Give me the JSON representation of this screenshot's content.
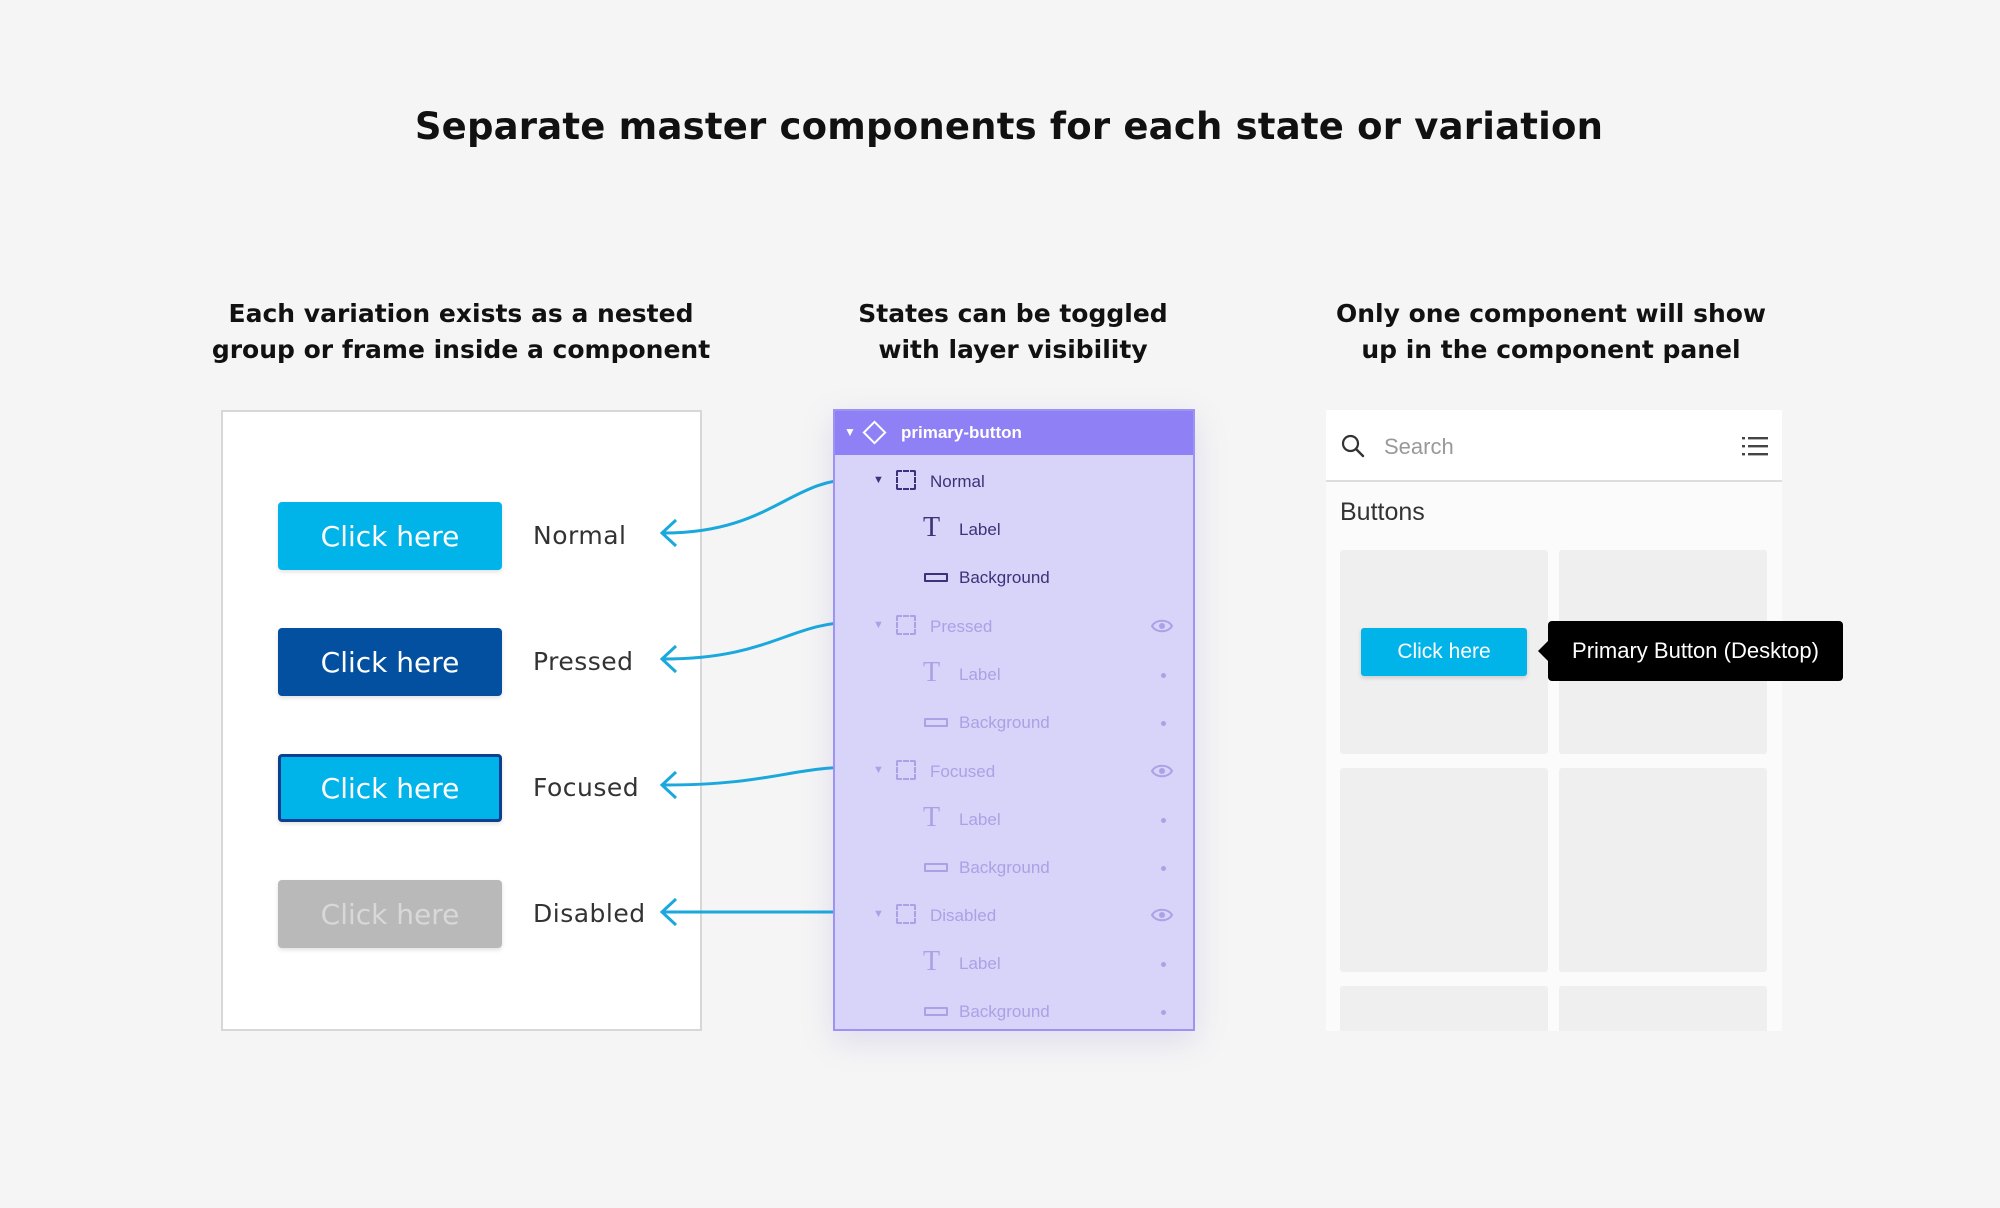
{
  "title": "Separate master components for each state or variation",
  "captions": [
    {
      "lines": [
        "Each variation exists as a nested",
        "group or frame inside a component"
      ]
    },
    {
      "lines": [
        "States can be toggled",
        "with layer visibility"
      ]
    },
    {
      "lines": [
        "Only one component will show",
        "up in the component panel"
      ]
    }
  ],
  "variants": [
    {
      "button_label": "Click here",
      "state": "Normal",
      "bg": "#00b4ea",
      "text_color": "#ffffff",
      "border": "none"
    },
    {
      "button_label": "Click here",
      "state": "Pressed",
      "bg": "#0450a0",
      "text_color": "#ffffff",
      "border": "none"
    },
    {
      "button_label": "Click here",
      "state": "Focused",
      "bg": "#00b4ea",
      "text_color": "#ffffff",
      "border": "3px solid #0d3f8f"
    },
    {
      "button_label": "Click here",
      "state": "Disabled",
      "bg": "#b9b9b9",
      "text_color": "#d8d8d8",
      "border": "none"
    }
  ],
  "layers": {
    "component_name": "primary-button",
    "groups": [
      {
        "name": "Normal",
        "visible": true,
        "children": [
          "Label",
          "Background"
        ]
      },
      {
        "name": "Pressed",
        "visible": false,
        "children": [
          "Label",
          "Background"
        ]
      },
      {
        "name": "Focused",
        "visible": false,
        "children": [
          "Label",
          "Background"
        ]
      },
      {
        "name": "Disabled",
        "visible": false,
        "children": [
          "Label",
          "Background"
        ]
      }
    ]
  },
  "components_panel": {
    "search_placeholder": "Search",
    "section_title": "Buttons",
    "button_label": "Click here",
    "tooltip": "Primary Button (Desktop)"
  },
  "colors": {
    "arrow": "#1aa8dd",
    "layer_panel_bg": "#d8d3f9",
    "layer_header_bg": "#8f80f5"
  }
}
